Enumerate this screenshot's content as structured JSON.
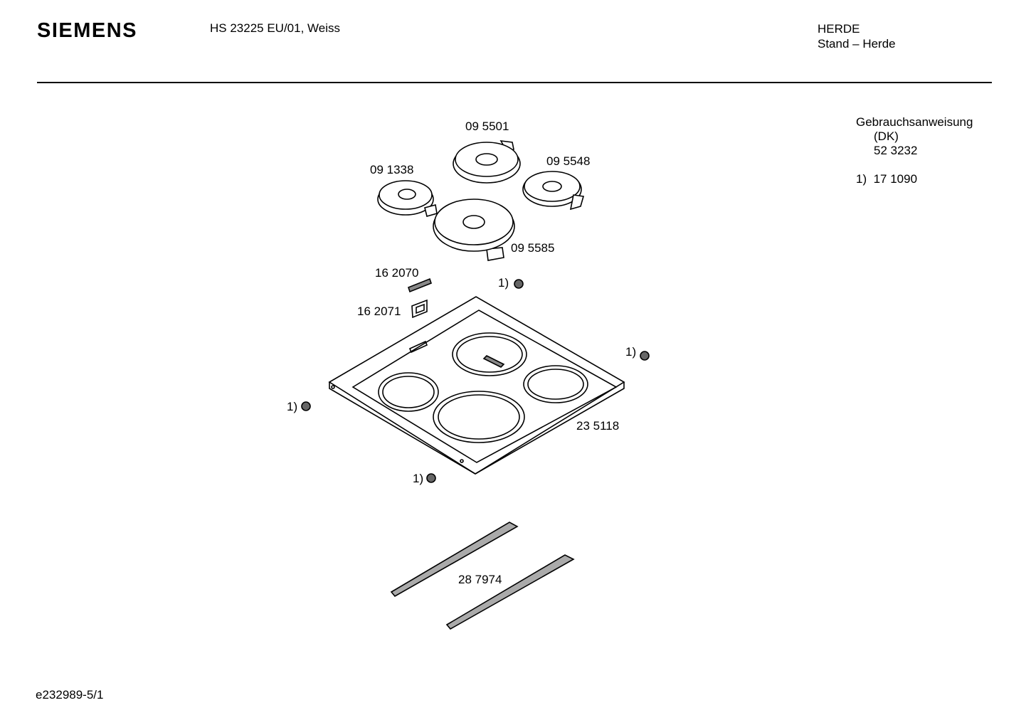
{
  "header": {
    "brand": "SIEMENS",
    "model": "HS 23225 EU/01, Weiss",
    "category": "HERDE",
    "subcategory": "Stand – Herde"
  },
  "notes": {
    "manual_label": "Gebrauchsanweisung",
    "manual_lang": "(DK)",
    "manual_number": "52 3232",
    "footnote_marker": "1)",
    "footnote_part": "17 1090"
  },
  "parts": {
    "plate_top": "09 5501",
    "plate_left": "09 1338",
    "plate_right": "09 5548",
    "plate_front": "09 5585",
    "clip_a": "16 2070",
    "clip_b": "16 2071",
    "hob_frame": "23 5118",
    "rails": "28 7974",
    "screw_marker": "1)"
  },
  "footer": {
    "drawing_id": "e232989-5/1"
  }
}
